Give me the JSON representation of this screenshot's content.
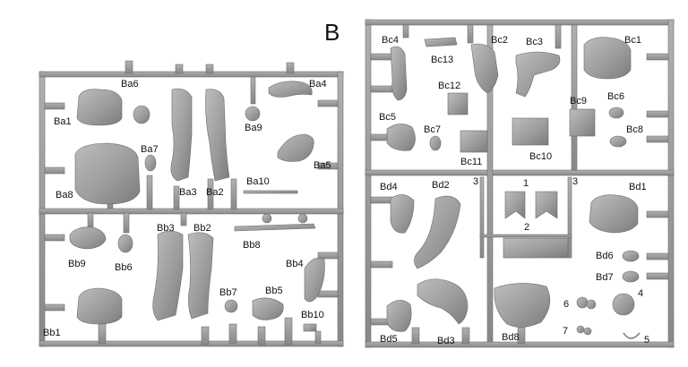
{
  "sprue_letter": "B",
  "colors": {
    "plastic": "#9a9a9a",
    "plastic_dark": "#777777",
    "plastic_light": "#b8b8b8",
    "label": "#111111",
    "background": "#ffffff"
  },
  "left_sprue_labels": {
    "ba1": "Ba1",
    "ba2": "Ba2",
    "ba3": "Ba3",
    "ba4": "Ba4",
    "ba5": "Ba5",
    "ba6": "Ba6",
    "ba7": "Ba7",
    "ba8": "Ba8",
    "ba9": "Ba9",
    "ba10": "Ba10",
    "bb1": "Bb1",
    "bb2": "Bb2",
    "bb3": "Bb3",
    "bb4": "Bb4",
    "bb5": "Bb5",
    "bb6": "Bb6",
    "bb7": "Bb7",
    "bb8": "Bb8",
    "bb9": "Bb9",
    "bb10": "Bb10"
  },
  "right_sprue_labels": {
    "bc1": "Bc1",
    "bc2": "Bc2",
    "bc3": "Bc3",
    "bc4": "Bc4",
    "bc5": "Bc5",
    "bc6": "Bc6",
    "bc7": "Bc7",
    "bc8": "Bc8",
    "bc9": "Bc9",
    "bc10": "Bc10",
    "bc11": "Bc11",
    "bc12": "Bc12",
    "bc13": "Bc13",
    "bd1": "Bd1",
    "bd2": "Bd2",
    "bd3": "Bd3",
    "bd4": "Bd4",
    "bd5": "Bd5",
    "bd6": "Bd6",
    "bd7": "Bd7",
    "bd8": "Bd8",
    "n1": "1",
    "n2": "2",
    "n3a": "3",
    "n3b": "3",
    "n4": "4",
    "n5": "5",
    "n6": "6",
    "n7": "7"
  }
}
